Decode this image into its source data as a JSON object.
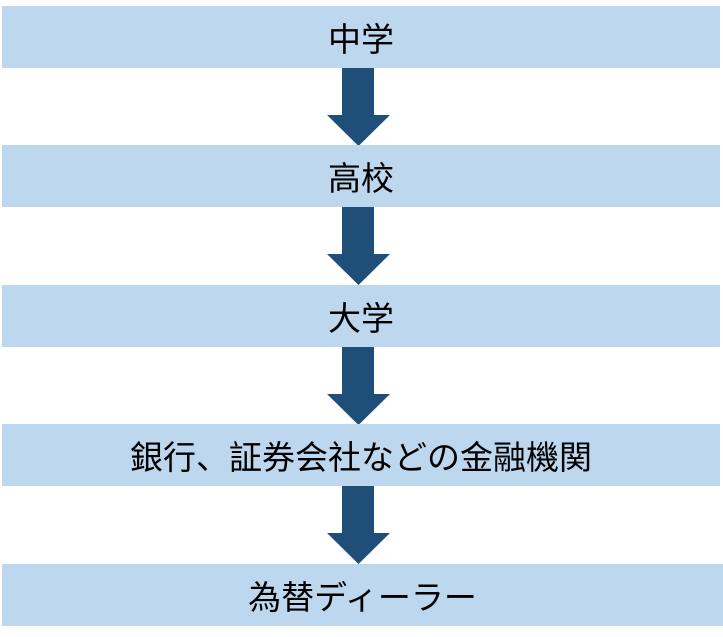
{
  "colors": {
    "box": "#bdd7ee",
    "arrow": "#1f4e79"
  },
  "steps": [
    {
      "label": "中学"
    },
    {
      "label": "高校"
    },
    {
      "label": "大学"
    },
    {
      "label": "銀行、証券会社などの金融機関"
    },
    {
      "label": "為替ディーラー"
    }
  ]
}
